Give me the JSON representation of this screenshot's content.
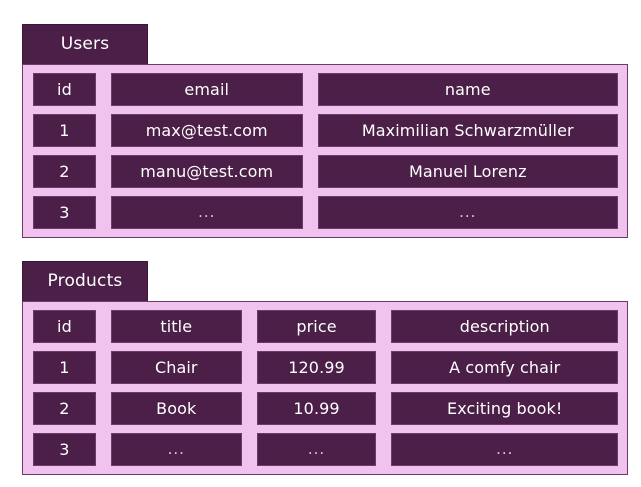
{
  "diagram": {
    "type": "database-schema",
    "colors": {
      "dark_purple": "#4B1F47",
      "light_pink": "#F0C3EE",
      "border_purple": "#6E3A6A",
      "text": "#FFFFFF",
      "page_background": "#FFFFFF"
    },
    "tables": [
      {
        "id": "users",
        "name": "Users",
        "columns": [
          "id",
          "email",
          "name"
        ],
        "rows": [
          [
            "1",
            "max@test.com",
            "Maximilian Schwarzmüller"
          ],
          [
            "2",
            "manu@test.com",
            "Manuel Lorenz"
          ],
          [
            "3",
            "...",
            "..."
          ]
        ]
      },
      {
        "id": "products",
        "name": "Products",
        "columns": [
          "id",
          "title",
          "price",
          "description"
        ],
        "rows": [
          [
            "1",
            "Chair",
            "120.99",
            "A comfy chair"
          ],
          [
            "2",
            "Book",
            "10.99",
            "Exciting book!"
          ],
          [
            "3",
            "...",
            "...",
            "..."
          ]
        ]
      }
    ]
  }
}
